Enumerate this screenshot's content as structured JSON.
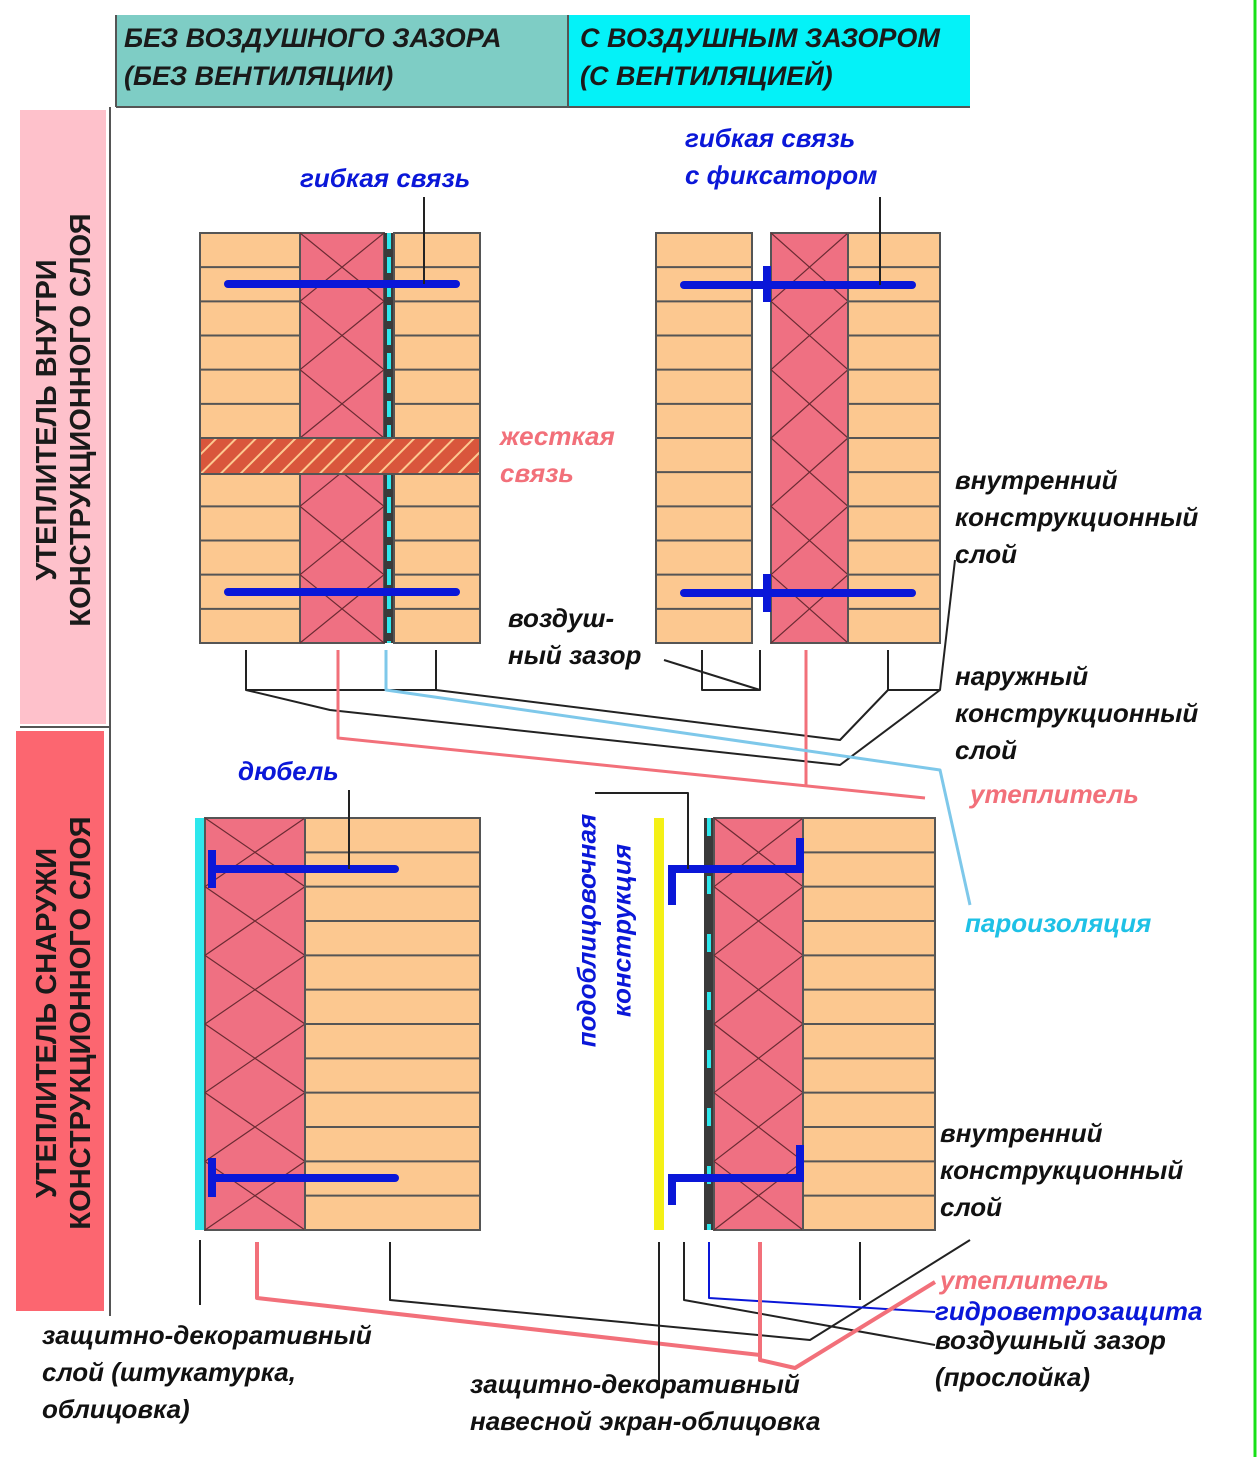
{
  "header": {
    "col_no_gap_line1": "БЕЗ ВОЗДУШНОГО ЗАЗОРА",
    "col_no_gap_line2": "(БЕЗ ВЕНТИЛЯЦИИ)",
    "col_gap_line1": "С ВОЗДУШНЫМ ЗАЗОРОМ",
    "col_gap_line2": "(С ВЕНТИЛЯЦИЕЙ)"
  },
  "rows": {
    "inside_line1": "УТЕПЛИТЕЛЬ ВНУТРИ",
    "inside_line2": "КОНСТРУКЦИОННОГО СЛОЯ",
    "outside_line1": "УТЕПЛИТЕЛЬ СНАРУЖИ",
    "outside_line2": "КОНСТРУКЦИОННОГО СЛОЯ"
  },
  "labels": {
    "flex_tie": "гибкая связь",
    "flex_tie_fix_1": "гибкая связь",
    "flex_tie_fix_2": "с фиксатором",
    "rigid_tie_1": "жесткая",
    "rigid_tie_2": "связь",
    "inner_layer_top_1": "внутренний",
    "inner_layer_top_2": "конструкционный",
    "inner_layer_top_3": "слой",
    "air_gap_1": "воздуш-",
    "air_gap_2": "ный зазор",
    "outer_layer_1": "наружный",
    "outer_layer_2": "конструкционный",
    "outer_layer_3": "слой",
    "insulation_top": "утеплитель",
    "vapor_barrier": "пароизоляция",
    "dowel": "дюбель",
    "substructure_1": "подоблицовочная",
    "substructure_2": "конструкция",
    "inner_layer_bot_1": "внутренний",
    "inner_layer_bot_2": "конструкционный",
    "inner_layer_bot_3": "слой",
    "insulation_bot": "утеплитель",
    "wind_barrier": "гидроветрозащита",
    "air_gap_bot_1": "воздушный зазор",
    "air_gap_bot_2": "(прослойка)",
    "plaster_1": "защитно-декоративный",
    "plaster_2": "слой (штукатурка,",
    "plaster_3": "облицовка)",
    "screen_1": "защитно-декоративный",
    "screen_2": "навесной экран-облицовка"
  },
  "colors": {
    "brick": "#fcc890",
    "insulation": "#ef7082",
    "tie": "#0a17d8",
    "vapor": "#2de7ec",
    "dark": "#3a3a3a",
    "header_left": "#7ecdc5",
    "header_right": "#04f2f8",
    "row_top": "#fec1cb",
    "row_bottom": "#fc6670",
    "rigid": "#d9563c",
    "screen": "#f4f016",
    "label_blue": "#0a17d8",
    "label_red": "#f2707a",
    "label_cyan": "#1ec1e6",
    "green_edge": "#18e018"
  }
}
